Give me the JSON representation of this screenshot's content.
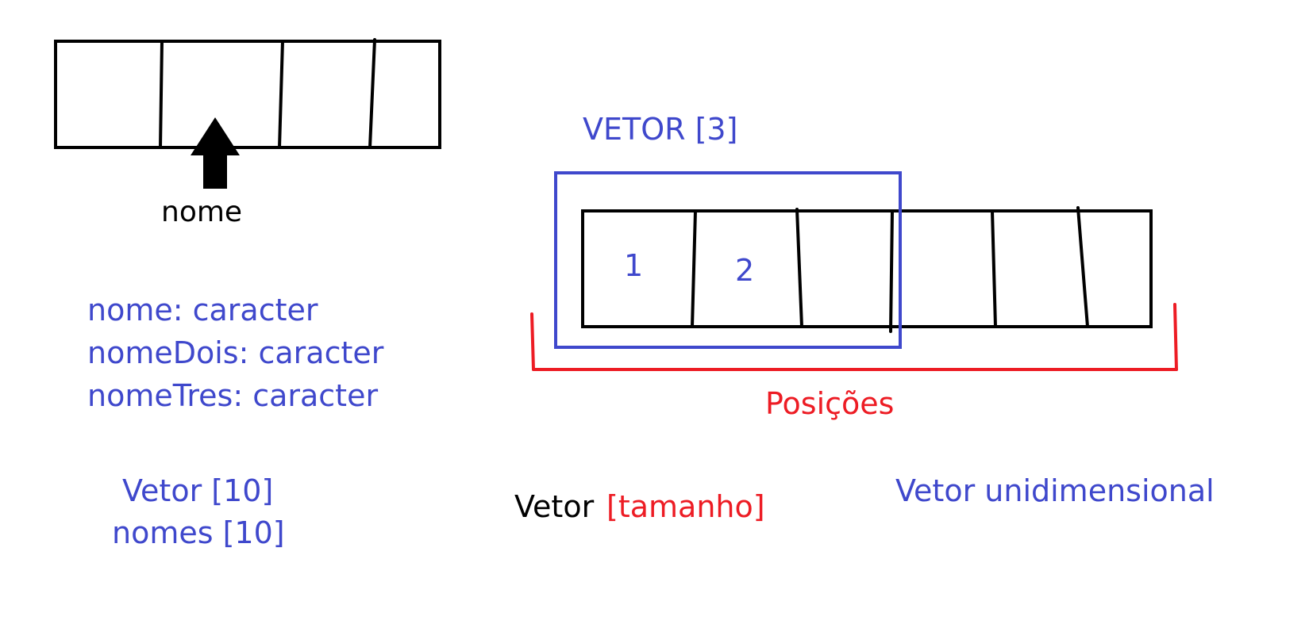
{
  "colors": {
    "ink": "#000000",
    "blue": "#3f48cc",
    "red": "#ed1c24",
    "background": "#ffffff"
  },
  "top_left": {
    "pointer_label": "nome",
    "icon": "arrow-up-icon"
  },
  "declarations": [
    "nome: caracter",
    "nomeDois: caracter",
    "nomeTres: caracter"
  ],
  "vector_examples": [
    "Vetor [10]",
    "nomes [10]"
  ],
  "main_vector": {
    "subvector_label": "VETOR [3]",
    "cell_values": [
      "1",
      "2"
    ],
    "brace_label": "Posições"
  },
  "syntax": {
    "keyword": "Vetor",
    "parameter": "[tamanho]"
  },
  "description": "Vetor unidimensional"
}
